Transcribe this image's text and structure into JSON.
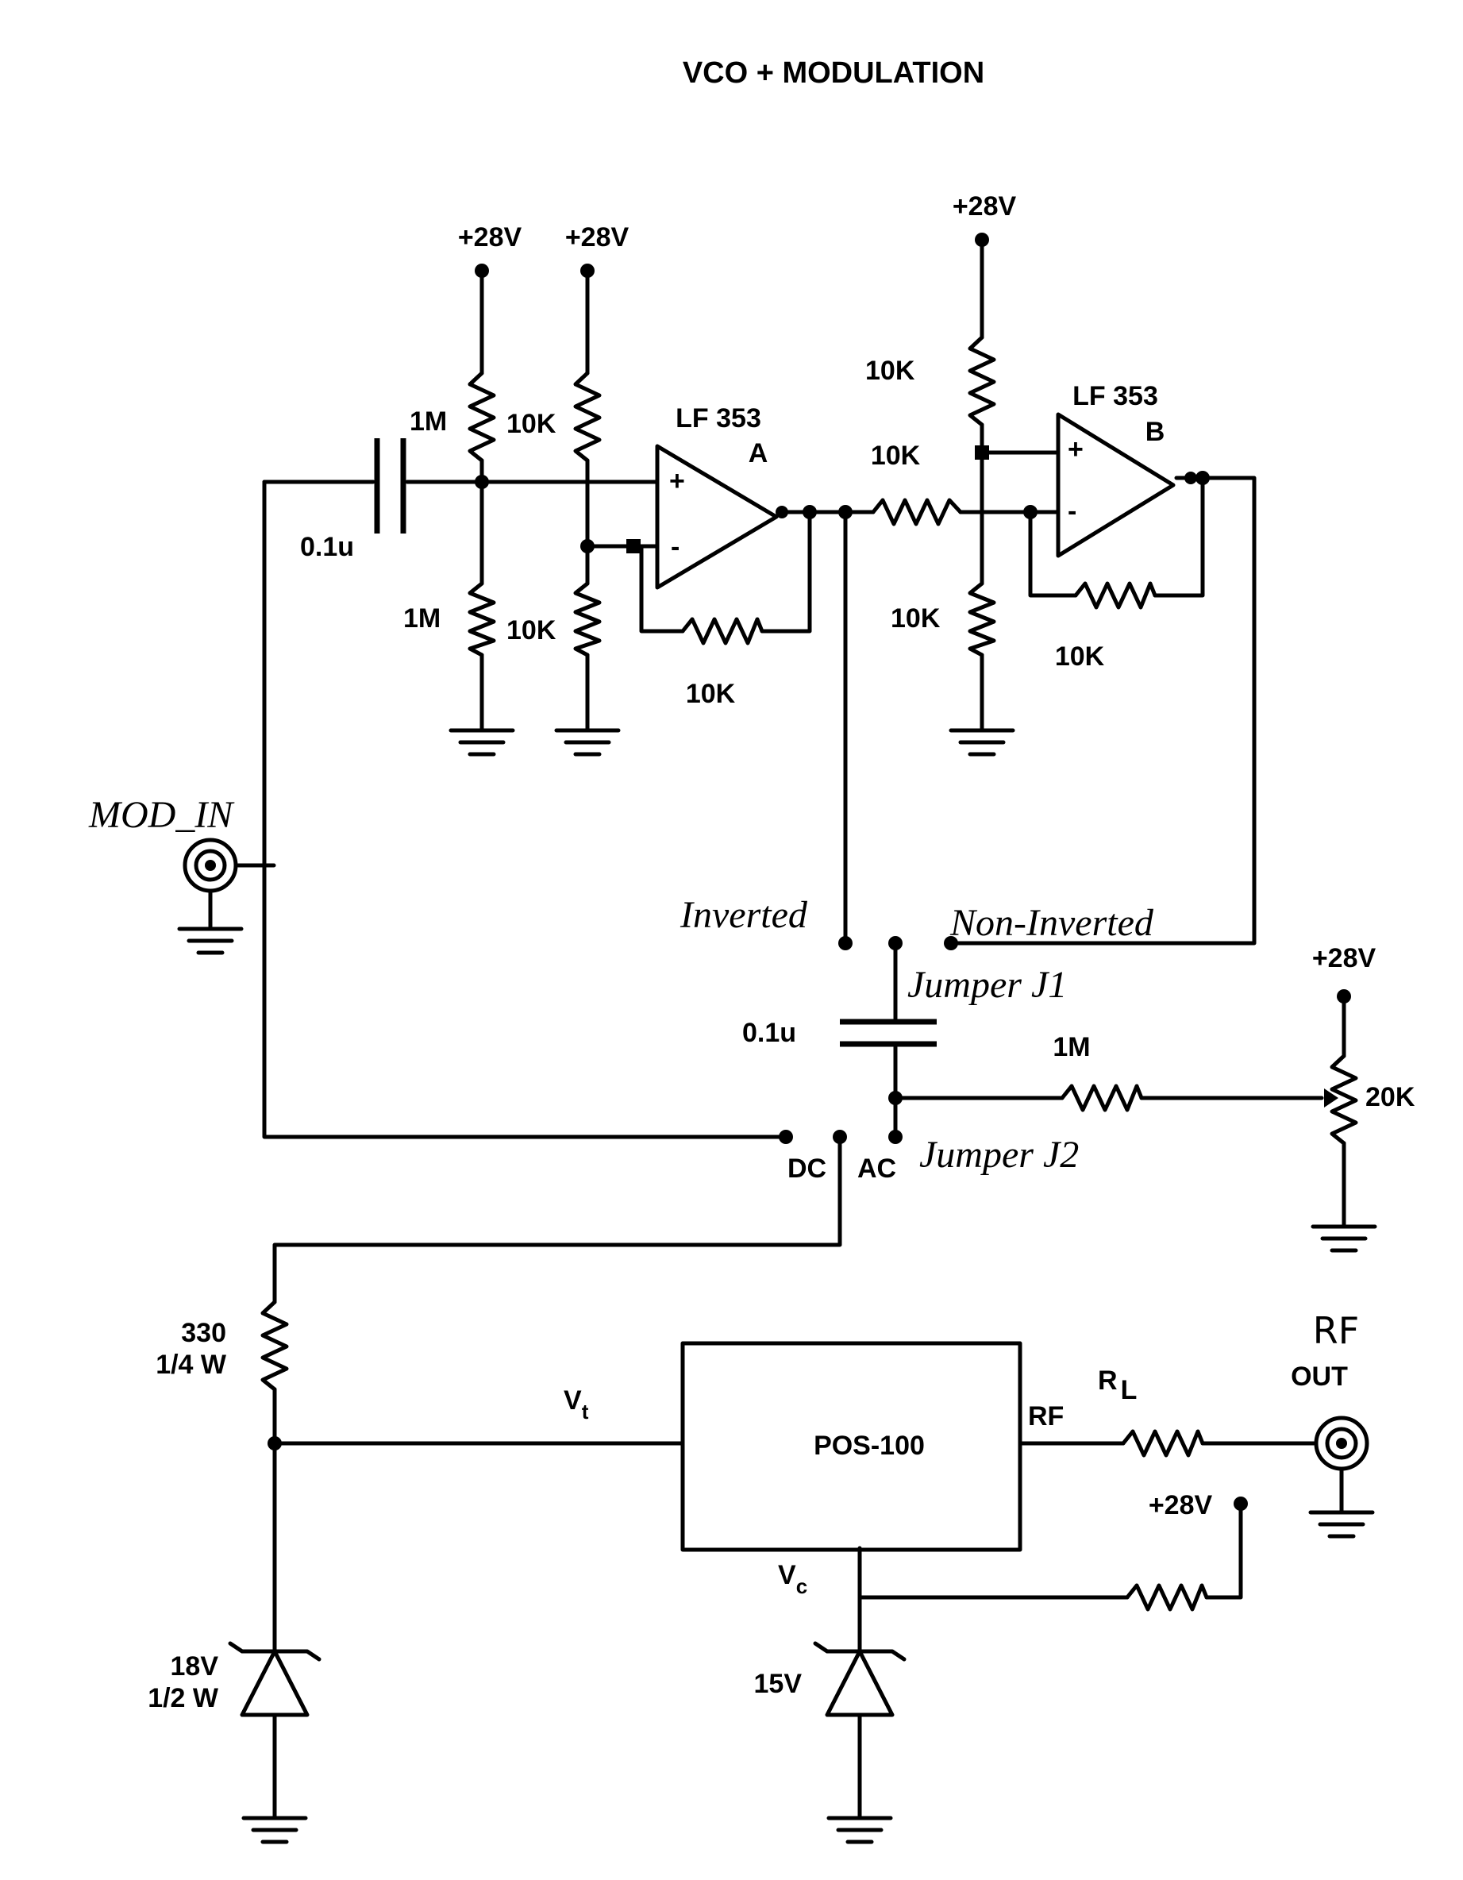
{
  "title": "VCO + MODULATION",
  "labels": {
    "rail_a1": "+28V",
    "rail_a2": "+28V",
    "rail_b": "+28V",
    "rail_pot": "+28V",
    "rail_vc": "+28V",
    "opamp_a_name": "LF 353",
    "opamp_a_unit": "A",
    "opamp_b_name": "LF 353",
    "opamp_b_unit": "B",
    "cap_in": "0.1u",
    "cap_coupling": "0.1u",
    "r_1m_top": "1M",
    "r_1m_bottom": "1M",
    "r_10k_top": "10K",
    "r_10k_bottom": "10K",
    "r_feedback_a": "10K",
    "r_series": "10K",
    "r_b_top": "10K",
    "r_b_bottom": "10K",
    "r_feedback_b": "10K",
    "r_bias": "1M",
    "pot": "20K",
    "r_330": "330",
    "r_330_power": "1/4 W",
    "zener_18_v": "18V",
    "zener_18_power": "1/2 W",
    "zener_15": "15V",
    "mod_in": "MOD_IN",
    "inverted": "Inverted",
    "non_inverted": "Non-Inverted",
    "jumper_j1": "Jumper J1",
    "jumper_j2": "Jumper J2",
    "dc": "DC",
    "ac": "AC",
    "vt": "V",
    "vt_sub": "t",
    "vc": "V",
    "vc_sub": "c",
    "vco_name": "POS-100",
    "rf_pin": "RF",
    "rl": "R",
    "rl_sub": "L",
    "rf_out_1": "RF",
    "rf_out_2": "OUT"
  }
}
